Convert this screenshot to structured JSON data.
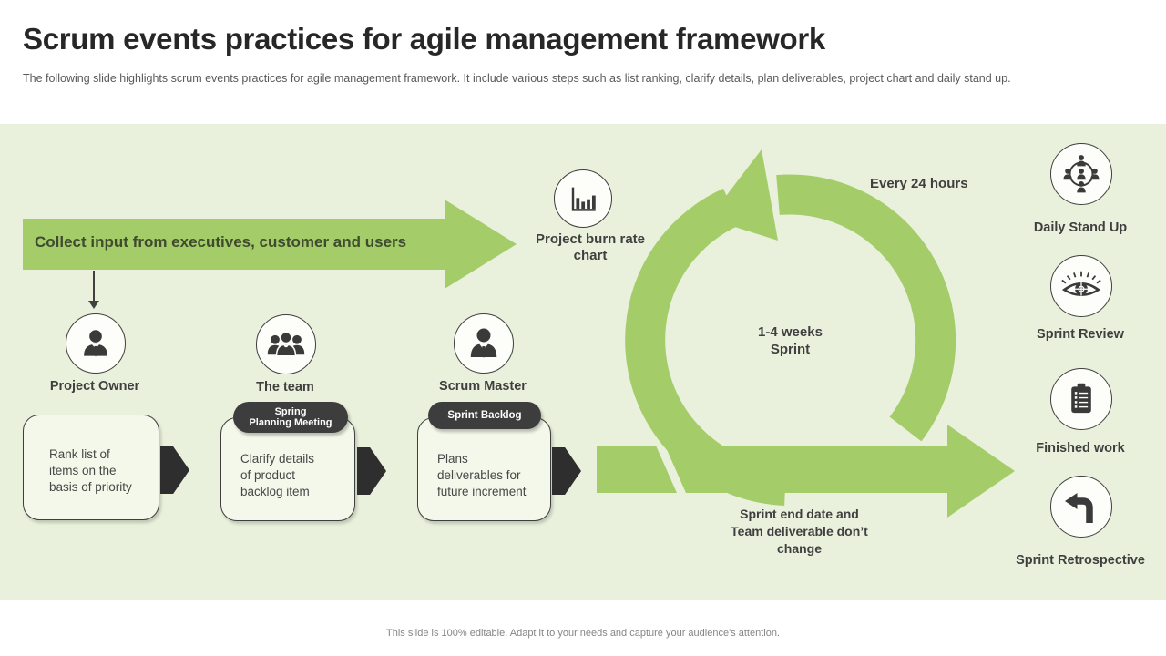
{
  "slide": {
    "title": "Scrum events practices for agile management framework",
    "subtitle": "The following slide highlights scrum events practices for agile management framework. It include various steps such as list ranking, clarify details, plan deliverables, project chart and daily stand up.",
    "footer": "This slide is 100% editable. Adapt it to your needs and capture your audience's attention."
  },
  "colors": {
    "accent_green": "#A4CD6A",
    "band_background": "#E9F1DC",
    "dark_gray": "#3F3F3F",
    "badge_background": "#3D3D3D"
  },
  "flow": {
    "collect_arrow_label": "Collect input from executives, customer and users",
    "burn_chart_label": "Project burn rate chart",
    "every_24_hours": "Every 24 hours",
    "sprint_duration": [
      "1-4 weeks",
      "Sprint"
    ],
    "sprint_end_note": [
      "Sprint end date and",
      "Team deliverable don’t",
      "change"
    ]
  },
  "roles": [
    {
      "name": "Project Owner",
      "icon": "person-tie-icon",
      "box_lines": [
        "Rank list of",
        "items on the",
        "basis of priority"
      ]
    },
    {
      "name": "The team",
      "icon": "people-team-icon",
      "badge_lines": [
        "Spring",
        "Planning Meeting"
      ],
      "box_lines": [
        "Clarify details",
        "of product",
        "backlog item"
      ]
    },
    {
      "name": "Scrum Master",
      "icon": "person-tie-icon",
      "badge_lines": [
        "Sprint Backlog"
      ],
      "box_lines": [
        "Plans",
        "deliverables for",
        "future increment"
      ]
    }
  ],
  "right_items": [
    {
      "icon": "people-group-icon",
      "label": "Daily Stand Up"
    },
    {
      "icon": "eye-icon",
      "label": "Sprint Review"
    },
    {
      "icon": "clipboard-icon",
      "label": "Finished work"
    },
    {
      "icon": "return-arrow-icon",
      "label": "Sprint Retrospective"
    }
  ]
}
